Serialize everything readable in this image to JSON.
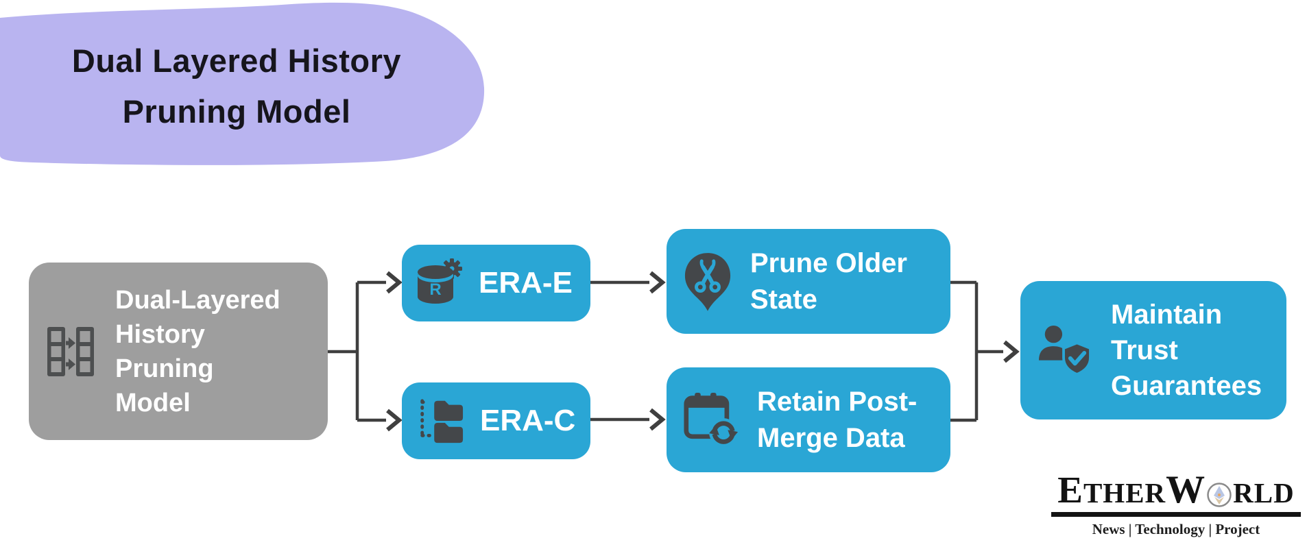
{
  "title": {
    "line1": "Dual Layered History",
    "line2": "Pruning Model"
  },
  "diagram": {
    "nodes": {
      "source": {
        "label": "Dual-Layered\nHistory\nPruning\nModel",
        "icon": "dual-columns-transfer-icon"
      },
      "era_e": {
        "label": "ERA-E",
        "icon": "database-gear-icon"
      },
      "era_c": {
        "label": "ERA-C",
        "icon": "folder-tree-icon"
      },
      "prune": {
        "label": "Prune Older\nState",
        "icon": "scissors-pin-icon"
      },
      "retain": {
        "label": "Retain Post-\nMerge Data",
        "icon": "calendar-sync-icon"
      },
      "maintain": {
        "label": "Maintain\nTrust\nGuarantees",
        "icon": "user-shield-check-icon"
      }
    },
    "colors": {
      "node_cyan": "#2aa6d5",
      "node_gray": "#9e9e9e",
      "icon_dark": "#45484a",
      "arrow": "#3f3f3f",
      "title_highlight": "#b9b4f0",
      "node_text": "#ffffff",
      "title_text": "#16151c"
    }
  },
  "logo": {
    "brand_segments": {
      "e": "E",
      "ther": "THER",
      "w": "W",
      "rld": "RLD"
    },
    "globe_icon": "globe-ethereum-icon",
    "tagline": "News | Technology | Project"
  }
}
